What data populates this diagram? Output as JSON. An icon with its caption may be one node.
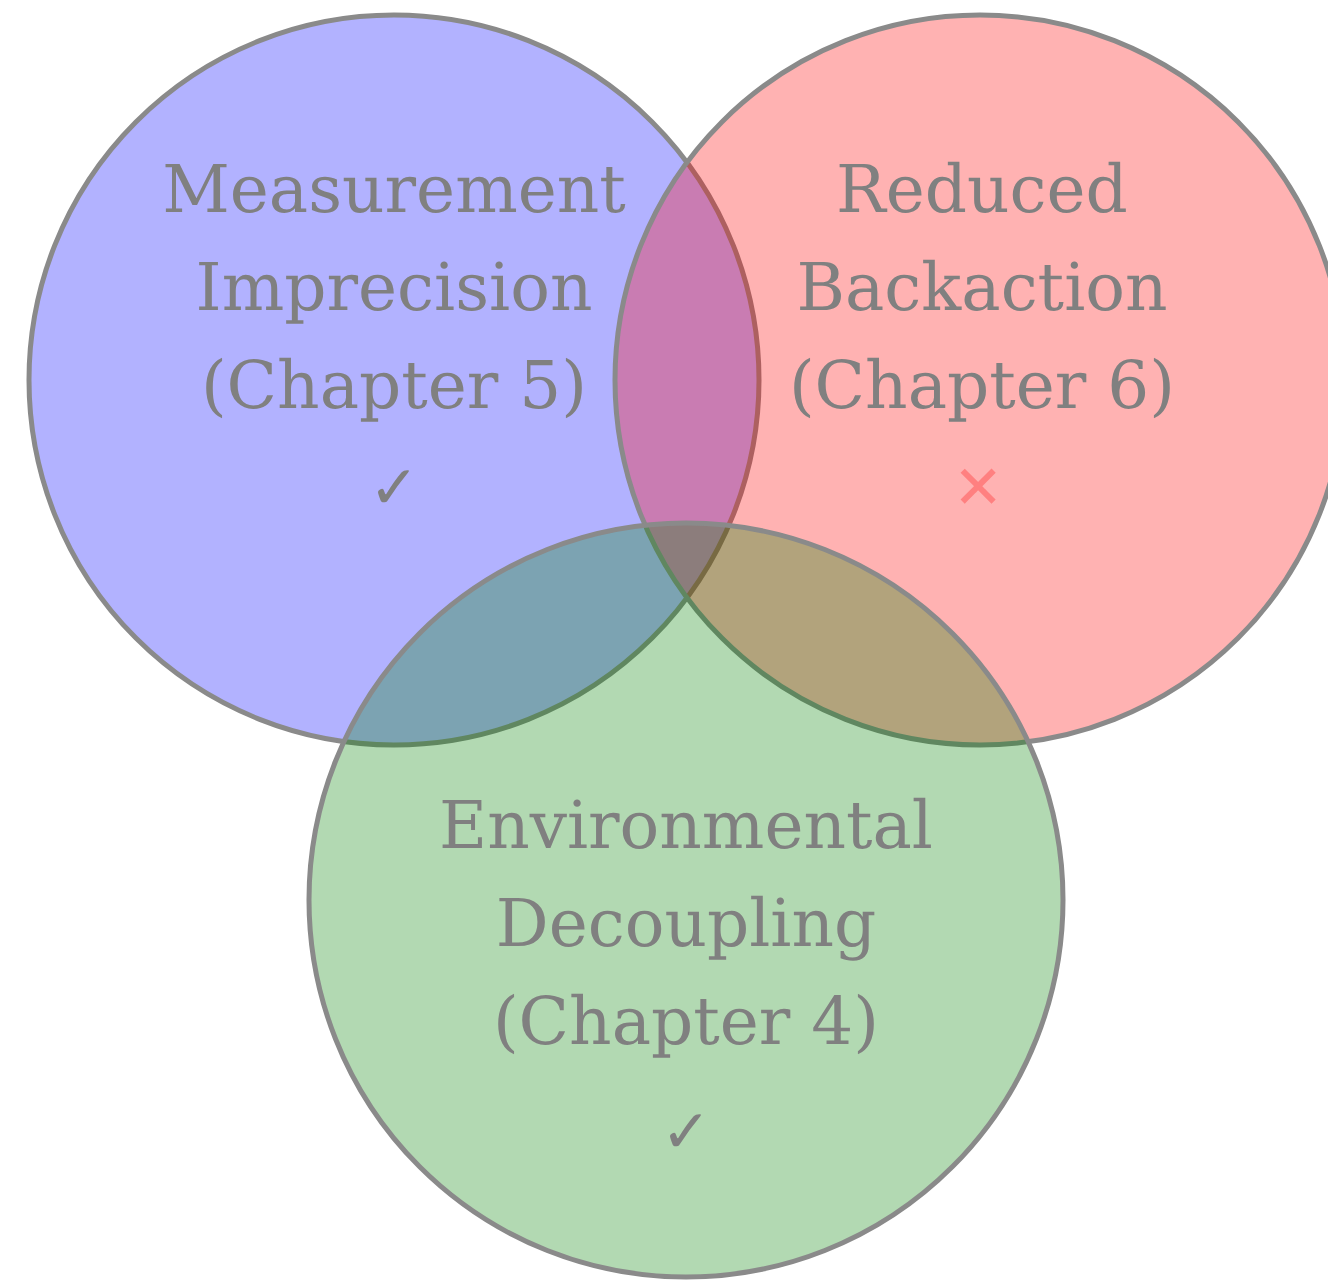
{
  "diagram": {
    "nodes": [
      {
        "text": [
          "Measurement Imprecision (Chapter 5)",
          "✓"
        ]
      },
      {
        "text": [
          "Reduced Backaction (Chapter 6)",
          "✕"
        ]
      },
      {
        "text": [
          "Environmental Decoupling (Chapter 4)",
          "✓"
        ]
      }
    ]
  }
}
